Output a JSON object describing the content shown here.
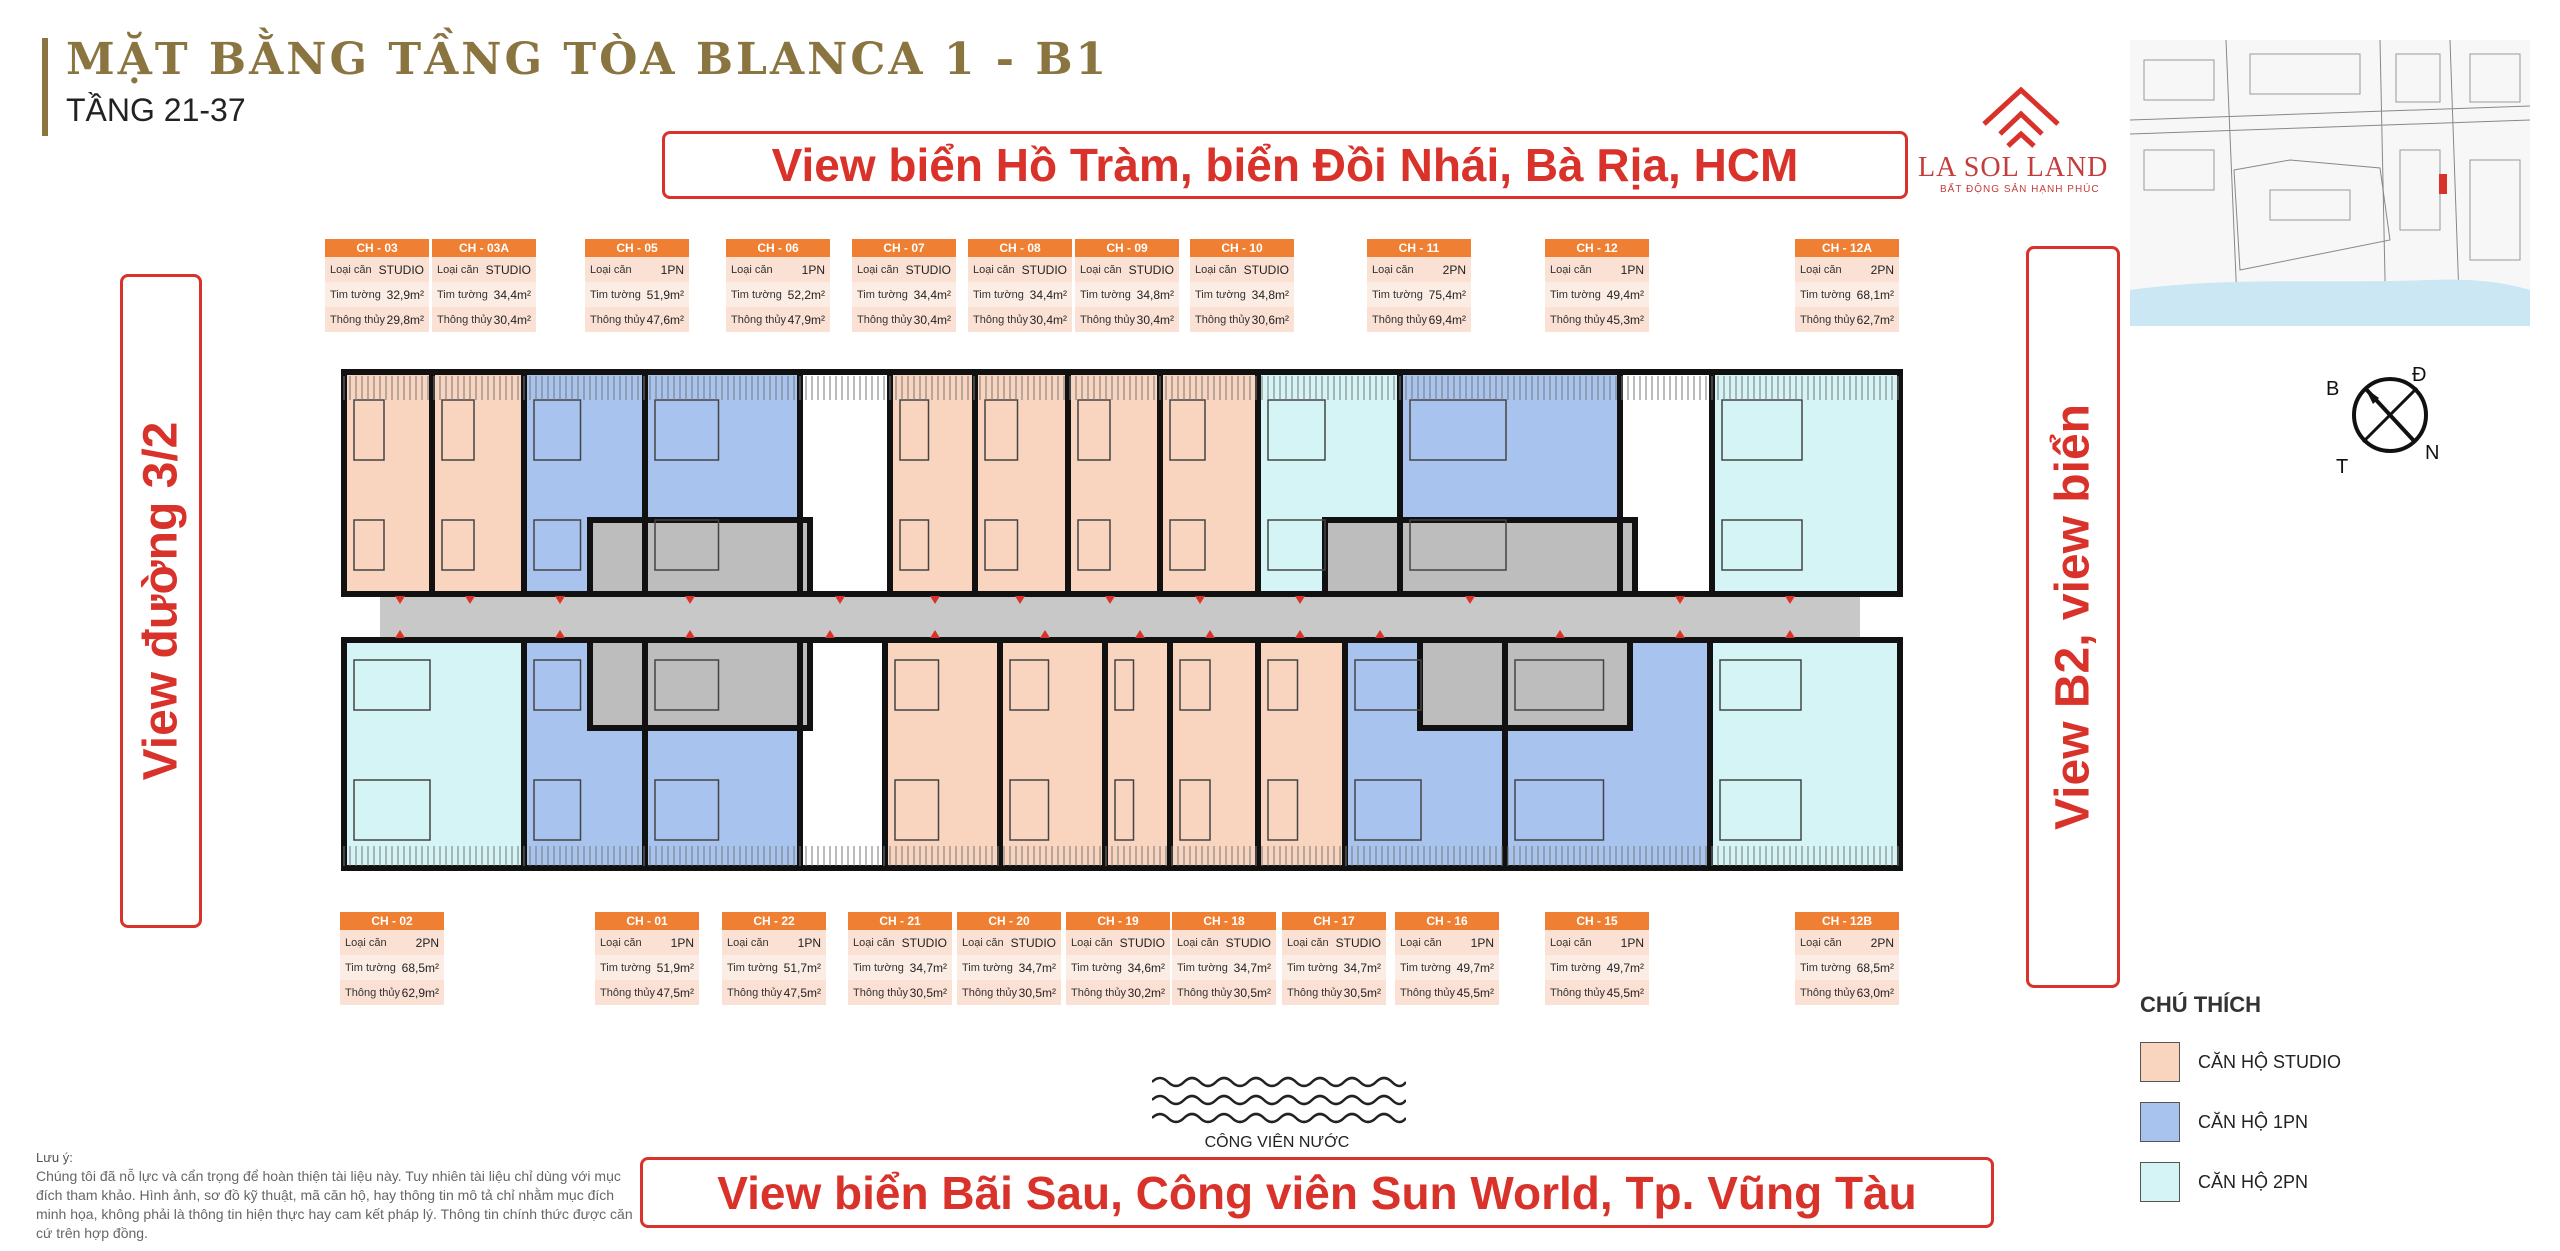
{
  "header": {
    "title": "MẶT BẰNG TẦNG TÒA BLANCA 1 - B1",
    "subtitle": "TẦNG 21-37"
  },
  "brand": {
    "name": "LA SOL LAND",
    "tagline": "BẤT ĐỘNG SẢN HẠNH PHÚC"
  },
  "views": {
    "top": "View biển Hồ Tràm, biển Đồi Nhái, Bà Rịa, HCM",
    "left": "View đường 3/2",
    "right": "View B2, view biển",
    "bottom": "View biển Bãi Sau, Công viên Sun World, Tp. Vũng Tàu"
  },
  "compass": {
    "b": "B",
    "d": "Đ",
    "n": "N",
    "t": "T"
  },
  "row_labels": {
    "type": "Loại căn",
    "wall_area": "Tim tường",
    "clear_area": "Thông thủy"
  },
  "units_top": [
    {
      "code": "CH - 03",
      "type": "STUDIO",
      "wall": "32,9m²",
      "clear": "29,8m²"
    },
    {
      "code": "CH - 03A",
      "type": "STUDIO",
      "wall": "34,4m²",
      "clear": "30,4m²"
    },
    {
      "code": "CH - 05",
      "type": "1PN",
      "wall": "51,9m²",
      "clear": "47,6m²"
    },
    {
      "code": "CH - 06",
      "type": "1PN",
      "wall": "52,2m²",
      "clear": "47,9m²"
    },
    {
      "code": "CH - 07",
      "type": "STUDIO",
      "wall": "34,4m²",
      "clear": "30,4m²"
    },
    {
      "code": "CH - 08",
      "type": "STUDIO",
      "wall": "34,4m²",
      "clear": "30,4m²"
    },
    {
      "code": "CH - 09",
      "type": "STUDIO",
      "wall": "34,8m²",
      "clear": "30,4m²"
    },
    {
      "code": "CH - 10",
      "type": "STUDIO",
      "wall": "34,8m²",
      "clear": "30,6m²"
    },
    {
      "code": "CH - 11",
      "type": "2PN",
      "wall": "75,4m²",
      "clear": "69,4m²"
    },
    {
      "code": "CH - 12",
      "type": "1PN",
      "wall": "49,4m²",
      "clear": "45,3m²"
    },
    {
      "code": "CH - 12A",
      "type": "2PN",
      "wall": "68,1m²",
      "clear": "62,7m²"
    }
  ],
  "units_bottom": [
    {
      "code": "CH - 02",
      "type": "2PN",
      "wall": "68,5m²",
      "clear": "62,9m²"
    },
    {
      "code": "CH - 01",
      "type": "1PN",
      "wall": "51,9m²",
      "clear": "47,5m²"
    },
    {
      "code": "CH - 22",
      "type": "1PN",
      "wall": "51,7m²",
      "clear": "47,5m²"
    },
    {
      "code": "CH - 21",
      "type": "STUDIO",
      "wall": "34,7m²",
      "clear": "30,5m²"
    },
    {
      "code": "CH - 20",
      "type": "STUDIO",
      "wall": "34,7m²",
      "clear": "30,5m²"
    },
    {
      "code": "CH - 19",
      "type": "STUDIO",
      "wall": "34,6m²",
      "clear": "30,2m²"
    },
    {
      "code": "CH - 18",
      "type": "STUDIO",
      "wall": "34,7m²",
      "clear": "30,5m²"
    },
    {
      "code": "CH - 17",
      "type": "STUDIO",
      "wall": "34,7m²",
      "clear": "30,5m²"
    },
    {
      "code": "CH - 16",
      "type": "1PN",
      "wall": "49,7m²",
      "clear": "45,5m²"
    },
    {
      "code": "CH - 15",
      "type": "1PN",
      "wall": "49,7m²",
      "clear": "45,5m²"
    },
    {
      "code": "CH - 12B",
      "type": "2PN",
      "wall": "68,5m²",
      "clear": "63,0m²"
    }
  ],
  "legend": {
    "title": "CHÚ THÍCH",
    "items": [
      {
        "label": "CĂN HỘ STUDIO",
        "color": "#f9d5c0"
      },
      {
        "label": "CĂN HỘ 1PN",
        "color": "#a8c4ee"
      },
      {
        "label": "CĂN HỘ 2PN",
        "color": "#d4f4f6"
      }
    ]
  },
  "park_label": "CÔNG VIÊN NƯỚC",
  "note": {
    "title": "Lưu ý:",
    "text": "Chúng tôi đã nỗ lực và cẩn trọng để hoàn thiện tài liệu này. Tuy nhiên tài liệu chỉ dùng với mục đích tham khảo. Hình ảnh, sơ đồ kỹ thuật, mã căn hộ, hay thông tin mô tả chỉ nhằm mục đích minh họa, không phải là thông tin hiện thực hay cam kết pháp lý. Thông tin chính thức được căn cứ trên hợp đồng."
  },
  "colors": {
    "studio": "#f9d5c0",
    "one_bed": "#a8c4ee",
    "two_bed": "#d4f4f6",
    "accent_red": "#d9322b",
    "title_gold": "#8a7440",
    "card_header": "#ee7f33"
  }
}
